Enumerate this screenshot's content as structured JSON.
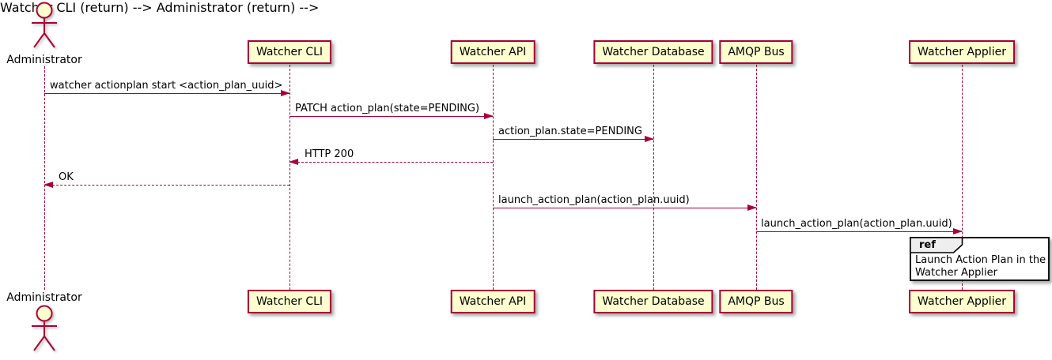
{
  "actor": {
    "name": "Administrator"
  },
  "participants": [
    {
      "name": "Watcher CLI"
    },
    {
      "name": "Watcher API"
    },
    {
      "name": "Watcher Database"
    },
    {
      "name": "AMQP Bus"
    },
    {
      "name": "Watcher Applier"
    }
  ],
  "messages": [
    {
      "from": "Administrator",
      "to": "Watcher CLI",
      "label": "watcher actionplan start <action_plan_uuid>",
      "line": "solid",
      "direction": "right"
    },
    {
      "from": "Watcher CLI",
      "to": "Watcher API",
      "label": "PATCH action_plan(state=PENDING)",
      "line": "solid",
      "direction": "right"
    },
    {
      "from": "Watcher API",
      "to": "Watcher Database",
      "label": "action_plan.state=PENDING",
      "line": "solid",
      "direction": "right"
    },
    {
      "from": "Watcher API",
      "to": "Watcher CLI",
      "label": "HTTP 200",
      "line": "dashed",
      "direction": "left"
    },
    {
      "from": "Watcher CLI",
      "to": "Administrator",
      "label": "OK",
      "line": "dashed",
      "direction": "left"
    },
    {
      "from": "Watcher API",
      "to": "AMQP Bus",
      "label": "launch_action_plan(action_plan.uuid)",
      "line": "solid",
      "direction": "right"
    },
    {
      "from": "AMQP Bus",
      "to": "Watcher Applier",
      "label": "launch_action_plan(action_plan.uuid)",
      "line": "solid",
      "direction": "right"
    }
  ],
  "ref_fragment": {
    "keyword": "ref",
    "over": "Watcher Applier",
    "line1": "Launch Action Plan in the",
    "line2": "Watcher Applier"
  },
  "colors": {
    "stroke": "#A80036",
    "participant_fill": "#FEFECE",
    "ref_tab_fill": "#EEEEEE",
    "ref_border": "#000000",
    "background": "#FFFFFF"
  }
}
